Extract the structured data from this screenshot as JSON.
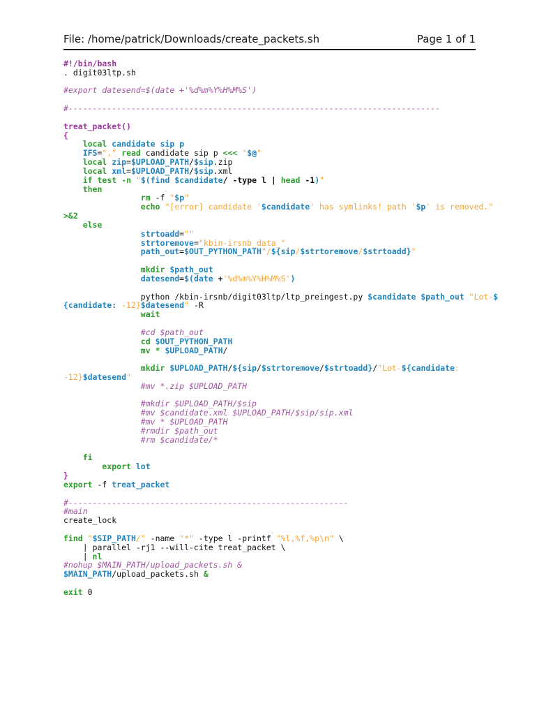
{
  "header": {
    "file_label": "File: /home/patrick/Downloads/create_packets.sh",
    "page_label": "Page 1 of 1"
  },
  "colors": {
    "t": "#111111",
    "k": "#2E9B2E",
    "v": "#2184BE",
    "s": "#F5A43B",
    "c": "#A055A0",
    "p": "#9E3A9E"
  },
  "code": {
    "lines": [
      [
        [
          "p",
          "#!/bin/bash"
        ]
      ],
      [
        [
          "t",
          ". digit03ltp.sh"
        ]
      ],
      [],
      [
        [
          "c",
          "#export datesend=$(date +'%d%m%Y%H%M%S')"
        ]
      ],
      [],
      [
        [
          "c",
          "#-----------------------------------------------------------------------------"
        ]
      ],
      [],
      [
        [
          "p",
          "treat_packet()"
        ]
      ],
      [
        [
          "p",
          "{"
        ]
      ],
      [
        [
          "t",
          "    "
        ],
        [
          "k",
          "local"
        ],
        [
          "t",
          " "
        ],
        [
          "v",
          "candidate sip p"
        ]
      ],
      [
        [
          "t",
          "    "
        ],
        [
          "v",
          "IFS"
        ],
        [
          "t",
          "="
        ],
        [
          "s",
          "\",\""
        ],
        [
          "t",
          " "
        ],
        [
          "k",
          "read"
        ],
        [
          "t",
          " candidate sip p "
        ],
        [
          "k",
          "<<<"
        ],
        [
          "t",
          " "
        ],
        [
          "s",
          "\""
        ],
        [
          "v",
          "$@"
        ],
        [
          "s",
          "\""
        ]
      ],
      [
        [
          "t",
          "    "
        ],
        [
          "k",
          "local"
        ],
        [
          "t",
          " "
        ],
        [
          "v",
          "zip"
        ],
        [
          "t",
          "="
        ],
        [
          "v",
          "$UPLOAD_PATH"
        ],
        [
          "t",
          "/"
        ],
        [
          "v",
          "$sip"
        ],
        [
          "t",
          ".zip"
        ]
      ],
      [
        [
          "t",
          "    "
        ],
        [
          "k",
          "local"
        ],
        [
          "t",
          " "
        ],
        [
          "v",
          "xml"
        ],
        [
          "t",
          "="
        ],
        [
          "v",
          "$UPLOAD_PATH"
        ],
        [
          "t",
          "/"
        ],
        [
          "v",
          "$sip"
        ],
        [
          "t",
          ".xml"
        ]
      ],
      [
        [
          "t",
          "    "
        ],
        [
          "k",
          "if"
        ],
        [
          "t",
          " "
        ],
        [
          "k",
          "test"
        ],
        [
          "t",
          " "
        ],
        [
          "k",
          "-n"
        ],
        [
          "t",
          " "
        ],
        [
          "s",
          "\""
        ],
        [
          "v",
          "$(find"
        ],
        [
          "b",
          " "
        ],
        [
          "v",
          "$candidate"
        ],
        [
          "b",
          "/ -type l | "
        ],
        [
          "k",
          "head"
        ],
        [
          "b",
          " -1"
        ],
        [
          "v",
          ")"
        ],
        [
          "s",
          "\""
        ]
      ],
      [
        [
          "t",
          "    "
        ],
        [
          "k",
          "then"
        ]
      ],
      [
        [
          "t",
          "                "
        ],
        [
          "k",
          "rm"
        ],
        [
          "t",
          " -f "
        ],
        [
          "s",
          "\""
        ],
        [
          "v",
          "$p"
        ],
        [
          "s",
          "\""
        ]
      ],
      [
        [
          "t",
          "                "
        ],
        [
          "k",
          "echo"
        ],
        [
          "t",
          " "
        ],
        [
          "s",
          "\"[error] candidate '"
        ],
        [
          "v",
          "$candidate"
        ],
        [
          "s",
          "' has symlinks! path '"
        ],
        [
          "v",
          "$p"
        ],
        [
          "s",
          "' is removed.\""
        ]
      ],
      [
        [
          "k",
          ">&2"
        ]
      ],
      [
        [
          "t",
          "    "
        ],
        [
          "k",
          "else"
        ]
      ],
      [
        [
          "t",
          "                "
        ],
        [
          "v",
          "strtoadd"
        ],
        [
          "t",
          "="
        ],
        [
          "s",
          "\"\""
        ]
      ],
      [
        [
          "t",
          "                "
        ],
        [
          "v",
          "strtoremove"
        ],
        [
          "t",
          "="
        ],
        [
          "s",
          "\"kbin-irsnb_data_\""
        ]
      ],
      [
        [
          "t",
          "                "
        ],
        [
          "v",
          "path_out"
        ],
        [
          "t",
          "="
        ],
        [
          "v",
          "$OUT_PYTHON_PATH"
        ],
        [
          "s",
          "\"/"
        ],
        [
          "v",
          "${sip"
        ],
        [
          "s",
          "/"
        ],
        [
          "v",
          "$strtoremove"
        ],
        [
          "s",
          "/"
        ],
        [
          "v",
          "$strtoadd}"
        ],
        [
          "s",
          "\""
        ]
      ],
      [],
      [
        [
          "t",
          "                "
        ],
        [
          "k",
          "mkdir"
        ],
        [
          "t",
          " "
        ],
        [
          "v",
          "$path_out"
        ]
      ],
      [
        [
          "t",
          "                "
        ],
        [
          "v",
          "datesend"
        ],
        [
          "t",
          "="
        ],
        [
          "v",
          "$(date"
        ],
        [
          "b",
          " +"
        ],
        [
          "s",
          "'%d%m%Y%H%M%S'"
        ],
        [
          "v",
          ")"
        ]
      ],
      [],
      [
        [
          "t",
          "                python /kbin-irsnb/digit03ltp/ltp_preingest.py "
        ],
        [
          "v",
          "$candidate"
        ],
        [
          "t",
          " "
        ],
        [
          "v",
          "$path_out"
        ],
        [
          "t",
          " "
        ],
        [
          "s",
          "\"Lot-"
        ],
        [
          "v",
          "$"
        ]
      ],
      [
        [
          "v",
          "{candidate:"
        ],
        [
          "s",
          " -12}"
        ],
        [
          "v",
          "$datesend"
        ],
        [
          "s",
          "\""
        ],
        [
          "t",
          " -R"
        ]
      ],
      [
        [
          "t",
          "                "
        ],
        [
          "k",
          "wait"
        ]
      ],
      [],
      [
        [
          "t",
          "                "
        ],
        [
          "c",
          "#cd $path_out"
        ]
      ],
      [
        [
          "t",
          "                "
        ],
        [
          "k",
          "cd"
        ],
        [
          "t",
          " "
        ],
        [
          "v",
          "$OUT_PYTHON_PATH"
        ]
      ],
      [
        [
          "t",
          "                "
        ],
        [
          "k",
          "mv"
        ],
        [
          "t",
          " "
        ],
        [
          "k",
          "*"
        ],
        [
          "t",
          " "
        ],
        [
          "v",
          "$UPLOAD_PATH"
        ],
        [
          "t",
          "/"
        ]
      ],
      [],
      [
        [
          "t",
          "                "
        ],
        [
          "k",
          "mkdir"
        ],
        [
          "t",
          " "
        ],
        [
          "v",
          "$UPLOAD_PATH"
        ],
        [
          "t",
          "/"
        ],
        [
          "v",
          "${sip"
        ],
        [
          "t",
          "/"
        ],
        [
          "v",
          "$strtoremove"
        ],
        [
          "t",
          "/"
        ],
        [
          "v",
          "$strtoadd}"
        ],
        [
          "t",
          "/"
        ],
        [
          "s",
          "\"Lot-"
        ],
        [
          "v",
          "${candidate"
        ],
        [
          "s",
          ":"
        ]
      ],
      [
        [
          "s",
          "-12}"
        ],
        [
          "v",
          "$datesend"
        ],
        [
          "s",
          "\""
        ]
      ],
      [
        [
          "t",
          "                "
        ],
        [
          "c",
          "#mv *.zip $UPLOAD_PATH"
        ]
      ],
      [],
      [
        [
          "t",
          "                "
        ],
        [
          "c",
          "#mkdir $UPLOAD_PATH/$sip"
        ]
      ],
      [
        [
          "t",
          "                "
        ],
        [
          "c",
          "#mv $candidate.xml $UPLOAD_PATH/$sip/sip.xml"
        ]
      ],
      [
        [
          "t",
          "                "
        ],
        [
          "c",
          "#mv * $UPLOAD_PATH"
        ]
      ],
      [
        [
          "t",
          "                "
        ],
        [
          "c",
          "#rmdir $path_out"
        ]
      ],
      [
        [
          "t",
          "                "
        ],
        [
          "c",
          "#rm $candidate/*"
        ]
      ],
      [],
      [
        [
          "t",
          "    "
        ],
        [
          "k",
          "fi"
        ]
      ],
      [
        [
          "t",
          "        "
        ],
        [
          "k",
          "export"
        ],
        [
          "t",
          " "
        ],
        [
          "v",
          "lot"
        ]
      ],
      [
        [
          "p",
          "}"
        ]
      ],
      [
        [
          "k",
          "export"
        ],
        [
          "t",
          " -f "
        ],
        [
          "v",
          "treat_packet"
        ]
      ],
      [],
      [
        [
          "c",
          "#----------------------------------------------------------"
        ]
      ],
      [
        [
          "c",
          "#main"
        ]
      ],
      [
        [
          "t",
          "create_lock"
        ]
      ],
      [],
      [
        [
          "k",
          "find"
        ],
        [
          "t",
          " "
        ],
        [
          "s",
          "\""
        ],
        [
          "v",
          "$SIP_PATH"
        ],
        [
          "s",
          "/\""
        ],
        [
          "t",
          " -name "
        ],
        [
          "s",
          "\"*\""
        ],
        [
          "t",
          " -type l -printf "
        ],
        [
          "s",
          "\"%l,%f,%p\\n\""
        ],
        [
          "t",
          " \\"
        ]
      ],
      [
        [
          "t",
          "    | parallel -rj1 --will-cite treat_packet \\"
        ]
      ],
      [
        [
          "t",
          "    | "
        ],
        [
          "k",
          "nl"
        ]
      ],
      [
        [
          "c",
          "#nohup $MAIN_PATH/upload_packets.sh &"
        ]
      ],
      [
        [
          "v",
          "$MAIN_PATH"
        ],
        [
          "t",
          "/upload_packets.sh "
        ],
        [
          "k",
          "&"
        ]
      ],
      [],
      [
        [
          "k",
          "exit"
        ],
        [
          "t",
          " 0"
        ]
      ]
    ]
  }
}
